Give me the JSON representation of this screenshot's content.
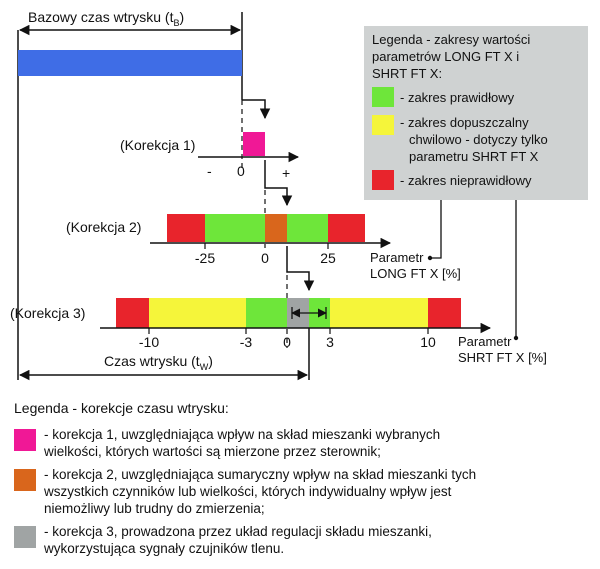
{
  "colors": {
    "blue": "#3f6de6",
    "magenta": "#f01896",
    "green": "#6ee63a",
    "yellow": "#f5f53a",
    "red": "#e8242c",
    "orange": "#d9661c",
    "gray": "#a0a4a4",
    "legend_bg": "#cfd2d2"
  },
  "base_time": {
    "label": "Bazowy czas wtrysku (t",
    "sub": "B",
    "close": ")"
  },
  "inj_time": {
    "label": "Czas wtrysku (t",
    "sub": "W",
    "close": ")"
  },
  "right_legend": {
    "title_lines": [
      "Legenda - zakresy wartości",
      "parametrów LONG FT X i",
      "SHRT FT X:"
    ],
    "items": [
      {
        "color": "green",
        "lines": [
          "- zakres prawidłowy"
        ]
      },
      {
        "color": "yellow",
        "lines": [
          "- zakres dopuszczalny",
          "chwilowo - dotyczy tylko",
          "parametru SHRT FT X"
        ]
      },
      {
        "color": "red",
        "lines": [
          "- zakres nieprawidłowy"
        ]
      }
    ]
  },
  "korekcja1": {
    "label": "(Korekcja 1)",
    "minus": "-",
    "zero": "0",
    "plus": "+"
  },
  "korekcja2": {
    "label": "(Korekcja 2)",
    "ticks": [
      "-25",
      "0",
      "25"
    ]
  },
  "korekcja3": {
    "label": "(Korekcja 3)",
    "ticks": [
      "-10",
      "-3",
      "0",
      "3",
      "10"
    ]
  },
  "param_long": {
    "line1": "Parametr",
    "line2": "LONG FT X [%]"
  },
  "param_short": {
    "line1": "Parametr",
    "line2": "SHRT FT X [%]"
  },
  "bottom_legend": {
    "title": "Legenda - korekcje czasu wtrysku:",
    "items": [
      {
        "color": "magenta",
        "text": "- korekcja 1, uwzględniająca wpływ na skład mieszanki wybranych\n  wielkości, których wartości są mierzone przez sterownik;"
      },
      {
        "color": "orange",
        "text": "- korekcja 2, uwzględniająca sumaryczny wpływ na skład mieszanki tych\n  wszystkich czynników lub wielkości, których indywidualny wpływ jest\n  niemożliwy lub trudny do zmierzenia;"
      },
      {
        "color": "gray",
        "text": "- korekcja 3,  prowadzona przez układ regulacji składu mieszanki,\n  wykorzystująca sygnały czujników tlenu."
      }
    ]
  }
}
